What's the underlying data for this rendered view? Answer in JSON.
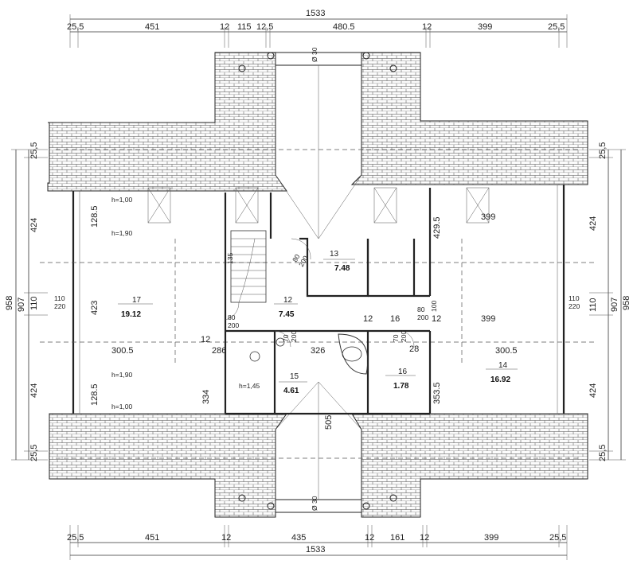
{
  "dimensions": {
    "top_total": "1533",
    "top_segments": [
      "25,5",
      "451",
      "12",
      "115",
      "12,5",
      "480.5",
      "12",
      "399",
      "25,5"
    ],
    "bottom_total": "1533",
    "bottom_segments": [
      "25,5",
      "451",
      "12",
      "435",
      "12",
      "161",
      "12",
      "399",
      "25,5"
    ],
    "left_total": "958",
    "left_inner": "907",
    "left_segments": [
      "25,5",
      "424",
      "110",
      "424",
      "25,5"
    ],
    "right_total": "958",
    "right_inner": "907",
    "right_segments": [
      "25,5",
      "424",
      "110",
      "424",
      "25,5"
    ],
    "vertical_dormer_top": "Ø 30",
    "vertical_dormer_bottom": "Ø 30"
  },
  "rooms": [
    {
      "number": "17",
      "area": "19.12"
    },
    {
      "number": "13",
      "area": "7.48"
    },
    {
      "number": "12",
      "area": "7.45"
    },
    {
      "number": "15",
      "area": "4.61"
    },
    {
      "number": "16",
      "area": "1.78"
    },
    {
      "number": "14",
      "area": "16.92"
    }
  ],
  "annotations": {
    "h100_top": "h=1,00",
    "h190_top": "h=1,90",
    "h190_bottom": "h=1,90",
    "h100_bottom": "h=1,00",
    "h145": "h=1,45",
    "d128_top": "128.5",
    "d128_bottom": "128.5",
    "d423": "423",
    "d300_left": "300.5",
    "d300_right": "300.5",
    "d399_upper": "399",
    "d399_mid": "399",
    "d429": "429.5",
    "d334": "334",
    "d505": "505",
    "d353": "353.5",
    "d326": "326",
    "d286": "286",
    "d12_a": "12",
    "d12_b": "12",
    "d12_c": "12",
    "d16": "16",
    "d110_220_left": "110",
    "d220_left": "220",
    "d110_220_right": "110",
    "d220_right": "220",
    "d80_200_a": "80",
    "d200_a": "200",
    "d80_200_b": "80",
    "d200_b": "200",
    "d80_200_c": "80",
    "d200_c": "200",
    "d70_200": "70",
    "d200_d": "200",
    "d70_200_b": "70",
    "d200_e": "200",
    "d100": "100",
    "d135": "135",
    "d28": "28"
  },
  "colors": {
    "line": "#222222",
    "background": "#ffffff"
  }
}
